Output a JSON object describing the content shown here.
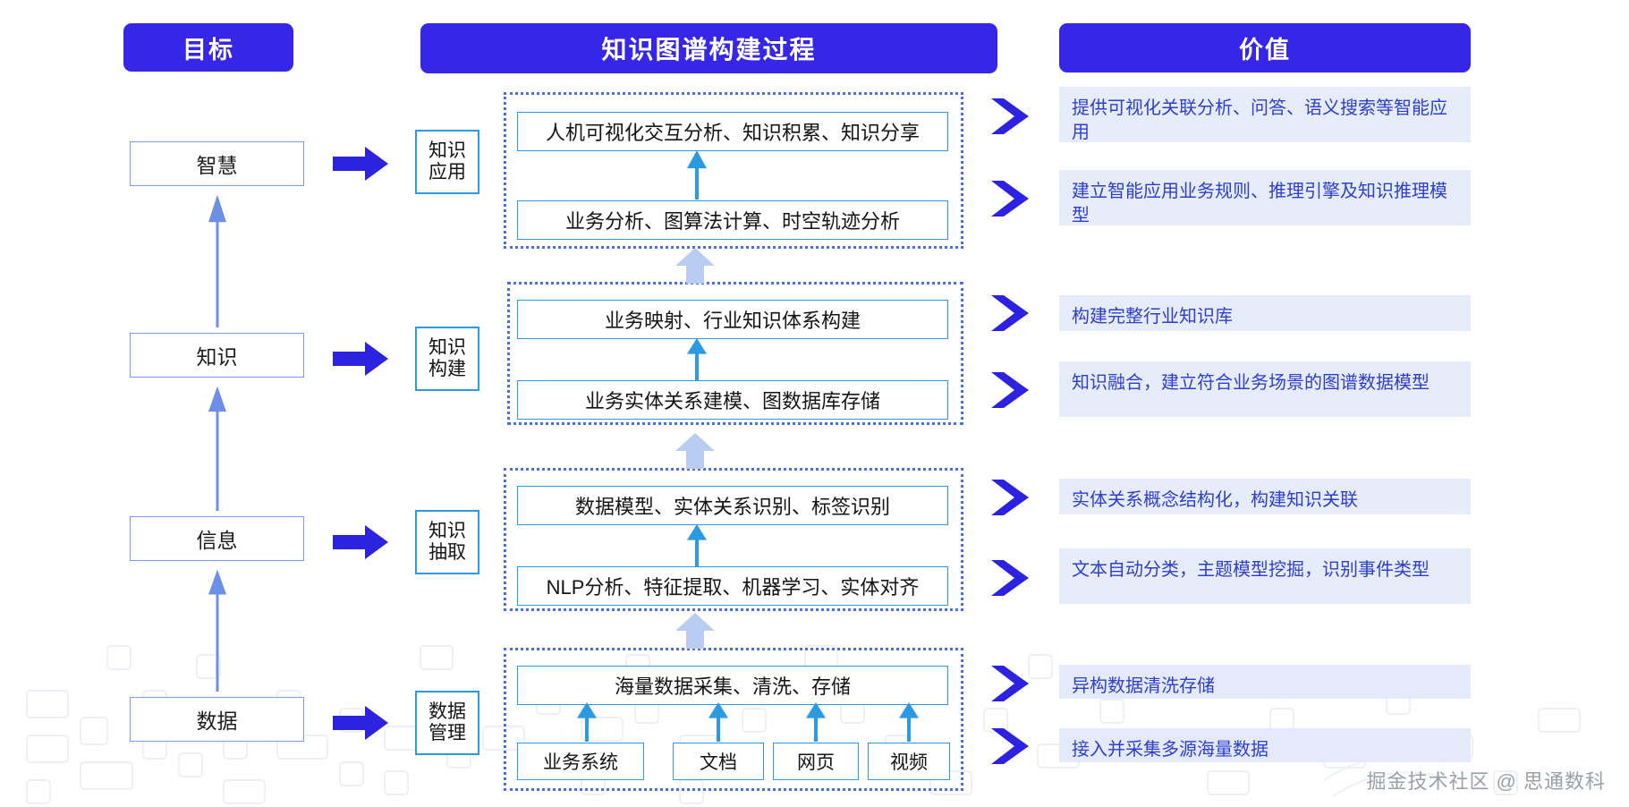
{
  "headers": {
    "goal": "目标",
    "process": "知识图谱构建过程",
    "value": "价值"
  },
  "colors": {
    "brand_blue": "#3526e8",
    "box_border_blue": "#2b9ae0",
    "goal_border": "#7a9cf0",
    "value_bg": "#e6ecfa",
    "value_text": "#2d3fd0",
    "dashed_group": "#4a6fe3",
    "pale_arrow": "#b9cdf2"
  },
  "goal_column": {
    "items": [
      {
        "label": "智慧"
      },
      {
        "label": "知识"
      },
      {
        "label": "信息"
      },
      {
        "label": "数据"
      }
    ],
    "arrow_icon": "arrow-up-icon"
  },
  "stages": [
    {
      "line1": "知识",
      "line2": "应用"
    },
    {
      "line1": "知识",
      "line2": "构建"
    },
    {
      "line1": "知识",
      "line2": "抽取"
    },
    {
      "line1": "数据",
      "line2": "管理"
    }
  ],
  "process_groups": [
    {
      "name": "knowledge-application",
      "top": "人机可视化交互分析、知识积累、知识分享",
      "bottom": "业务分析、图算法计算、时空轨迹分析"
    },
    {
      "name": "knowledge-construction",
      "top": "业务映射、行业知识体系构建",
      "bottom": "业务实体关系建模、图数据库存储"
    },
    {
      "name": "knowledge-extraction",
      "top": "数据模型、实体关系识别、标签识别",
      "bottom": "NLP分析、特征提取、机器学习、实体对齐"
    },
    {
      "name": "data-management",
      "top": "海量数据采集、清洗、存储",
      "sources": [
        "业务系统",
        "文档",
        "网页",
        "视频"
      ]
    }
  ],
  "values": [
    {
      "text": "提供可视化关联分析、问答、语义搜索等智能应用"
    },
    {
      "text": "建立智能应用业务规则、推理引擎及知识推理模型"
    },
    {
      "text": "构建完整行业知识库"
    },
    {
      "text": "知识融合，建立符合业务场景的图谱数据模型"
    },
    {
      "text": "实体关系概念结构化，构建知识关联"
    },
    {
      "text": "文本自动分类，主题模型挖掘，识别事件类型"
    },
    {
      "text": "异构数据清洗存储"
    },
    {
      "text": "接入并采集多源海量数据"
    }
  ],
  "icons": {
    "big_right_arrow": "arrow-right-icon",
    "chevron_right": "chevron-right-icon",
    "up_arrow": "arrow-up-icon",
    "pale_up_arrow": "arrow-up-pale-icon"
  },
  "watermark": "掘金技术社区 @ 思通数科"
}
